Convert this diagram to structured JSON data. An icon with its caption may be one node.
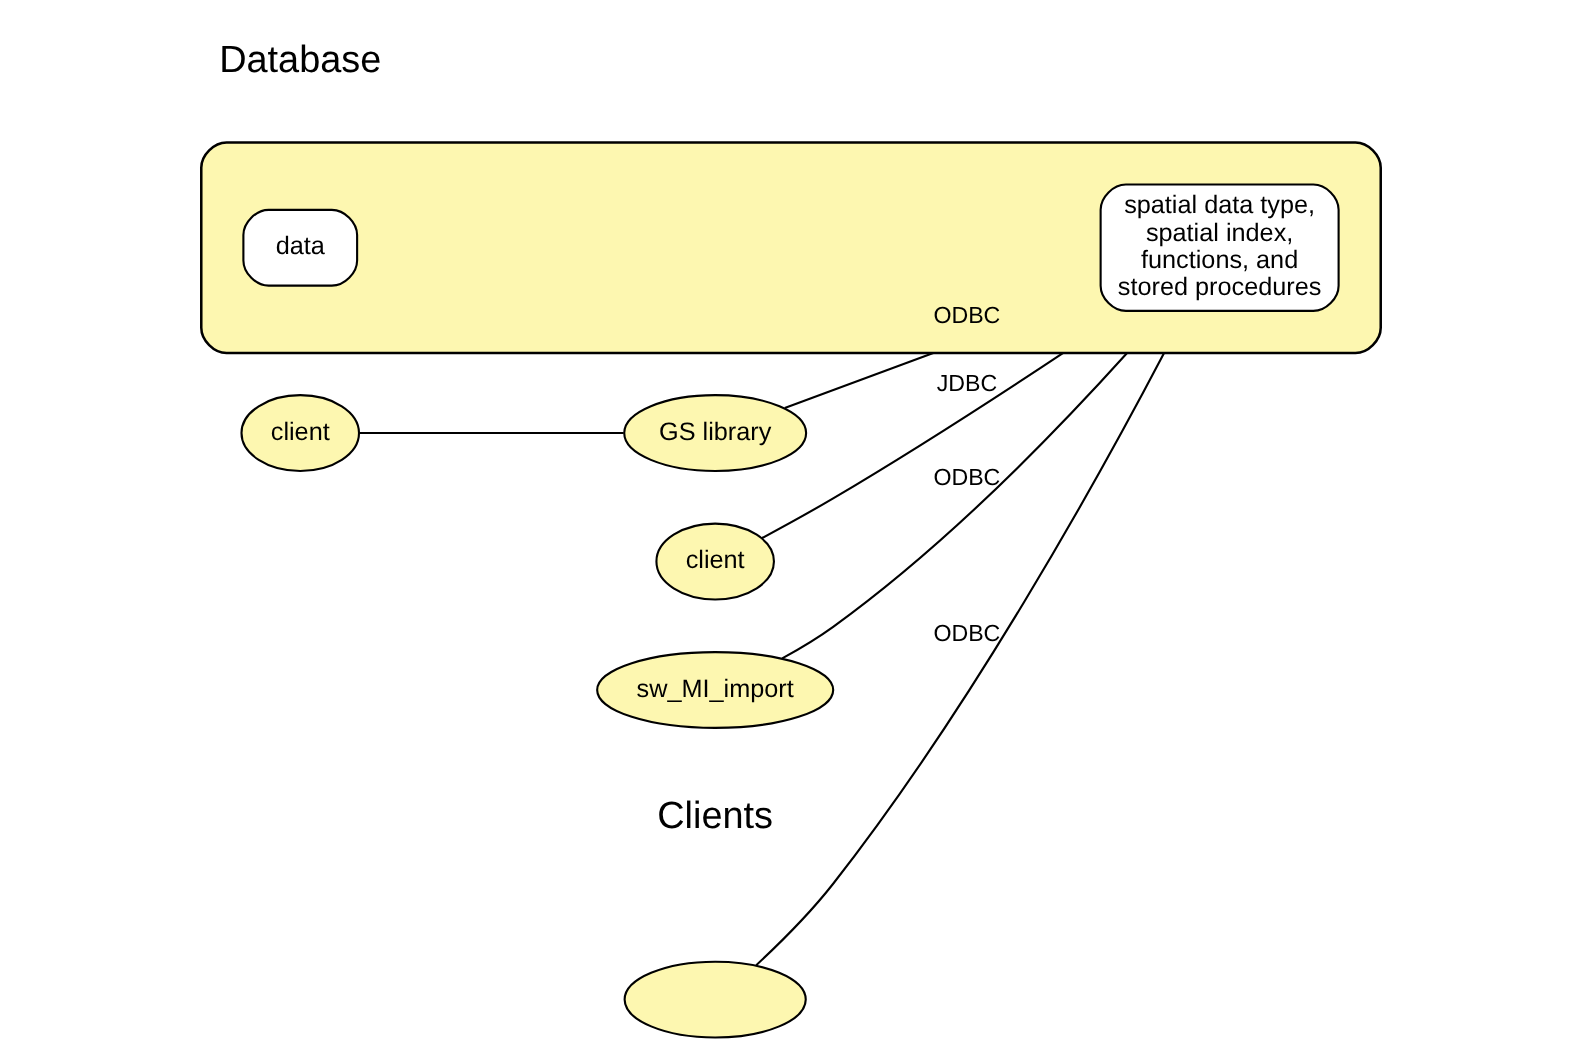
{
  "diagram": {
    "nodes": [
      {
        "text": [],
        "shape": "ellipse"
      },
      {
        "text": [
          "client"
        ]
      },
      {
        "text": [
          "GS library"
        ]
      },
      {
        "text": [
          "client"
        ]
      },
      {
        "text": [
          "sw_MI_import"
        ]
      },
      {
        "text": [],
        "shape": "cylinder"
      },
      {
        "text": [
          "data"
        ],
        "in": 5
      },
      {
        "text": [
          "spatial data type, spatial index, functions, and stored procedures"
        ],
        "in": 5
      }
    ],
    "edges": [
      {
        "from": 1,
        "to": 2,
        "arrow": "none"
      },
      {
        "from": 0,
        "to": 5,
        "arrow": "none",
        "label": "ODBC"
      },
      {
        "from": 2,
        "to": 5,
        "arrow": "none",
        "label": "ODBC"
      },
      {
        "from": 3,
        "to": 5,
        "arrow": "none",
        "label": "JDBC"
      },
      {
        "from": 4,
        "to": 5,
        "arrow": "none",
        "label": "ODBC"
      }
    ],
    "labels": [
      "Clients",
      "Database"
    ]
  }
}
